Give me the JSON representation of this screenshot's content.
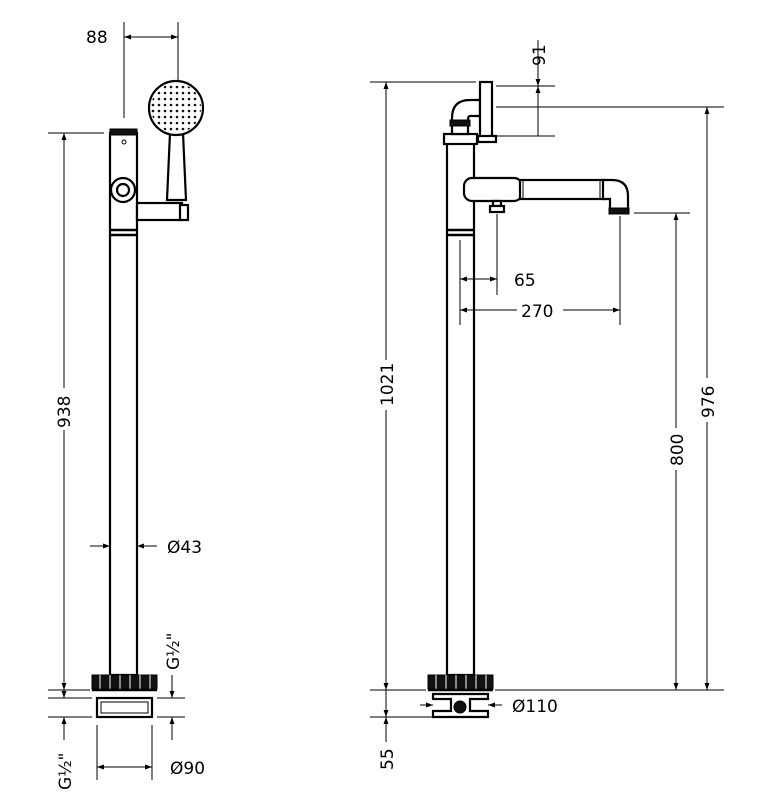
{
  "colors": {
    "line": "#000000",
    "background": "#ffffff"
  },
  "dims": {
    "handset_offset": "88",
    "left_height": "938",
    "pipe_diameter": "Ø43",
    "inlet_thread_right": "G½\"",
    "inlet_thread_left": "G½\"",
    "base_diameter_left": "Ø90",
    "holder_height": "91",
    "overall_height": "1021",
    "spout_height": "976",
    "spout_outlet_height": "800",
    "valve_offset": "65",
    "spout_reach": "270",
    "base_diameter_right": "Ø110",
    "below_floor": "55"
  }
}
